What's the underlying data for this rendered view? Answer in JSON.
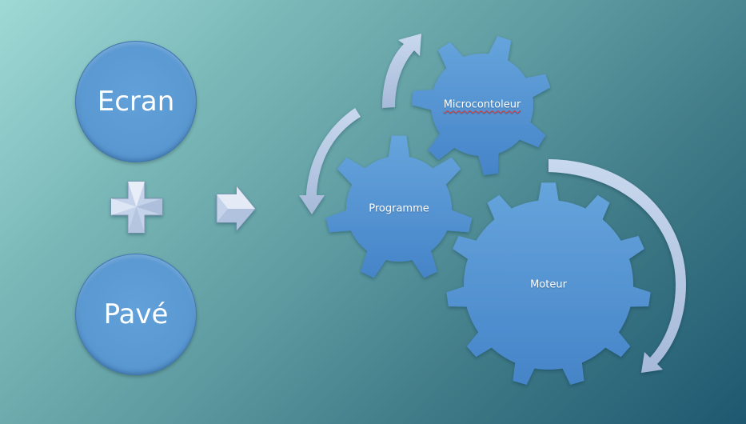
{
  "inputs": [
    {
      "id": "ecran",
      "label": "Ecran"
    },
    {
      "id": "pave",
      "label": "Pavé"
    }
  ],
  "operators": {
    "plus_icon": "plus-icon",
    "arrow_icon": "right-arrow-icon"
  },
  "gears": [
    {
      "id": "microcontroleur",
      "label": "Microcontoleur",
      "spell_error": true
    },
    {
      "id": "programme",
      "label": "Programme"
    },
    {
      "id": "moteur",
      "label": "Moteur"
    }
  ],
  "colors": {
    "gear_fill": "#5a9ad6",
    "gear_fill_dark": "#4584c8",
    "arrow_fill": "#c0d2ea",
    "bg_light": "#9fd9d6",
    "bg_dark": "#1d5870"
  }
}
